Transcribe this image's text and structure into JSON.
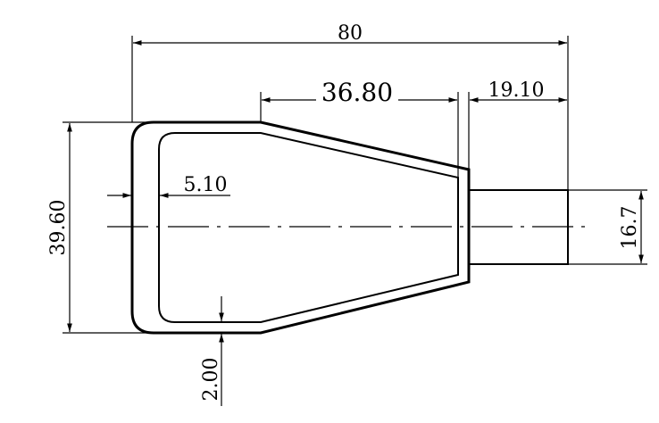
{
  "drawing": {
    "dimensions": {
      "overall_length": "80",
      "taper_length": "36.80",
      "stem_length": "19.10",
      "overall_height": "39.60",
      "wall_offset": "5.10",
      "stem_height": "16.7",
      "wall_thickness": "2.00"
    },
    "colors": {
      "line": "#000000",
      "background": "#ffffff"
    }
  }
}
